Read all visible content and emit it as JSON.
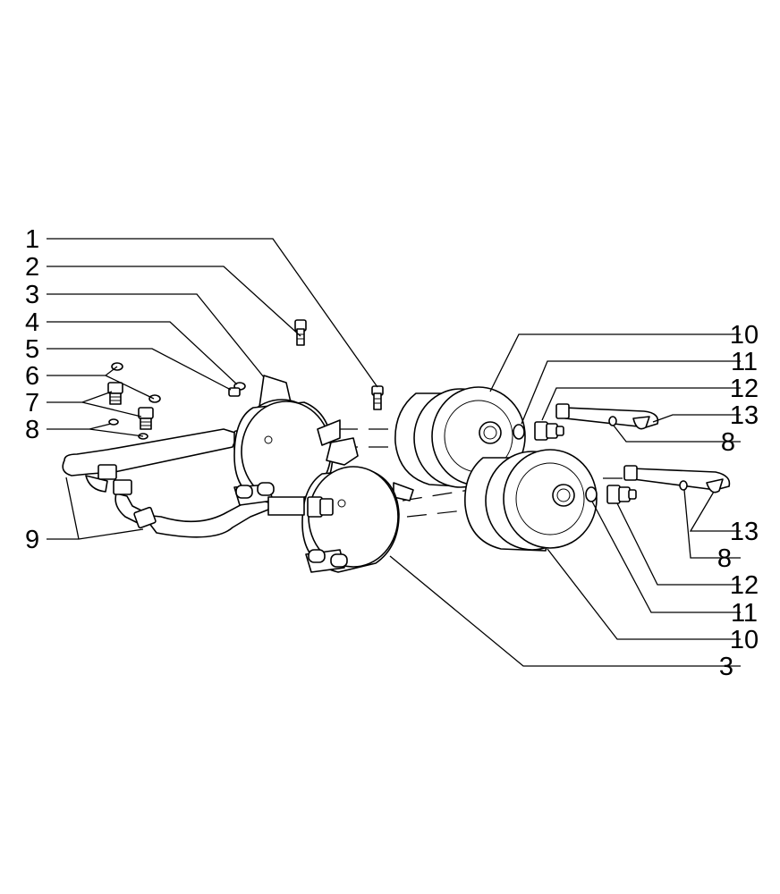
{
  "callouts_left": [
    "1",
    "2",
    "3",
    "4",
    "5",
    "6",
    "7",
    "8",
    "9"
  ],
  "callouts_right": [
    "10",
    "11",
    "12",
    "13",
    "8",
    "13",
    "8",
    "12",
    "11",
    "10",
    "3"
  ]
}
